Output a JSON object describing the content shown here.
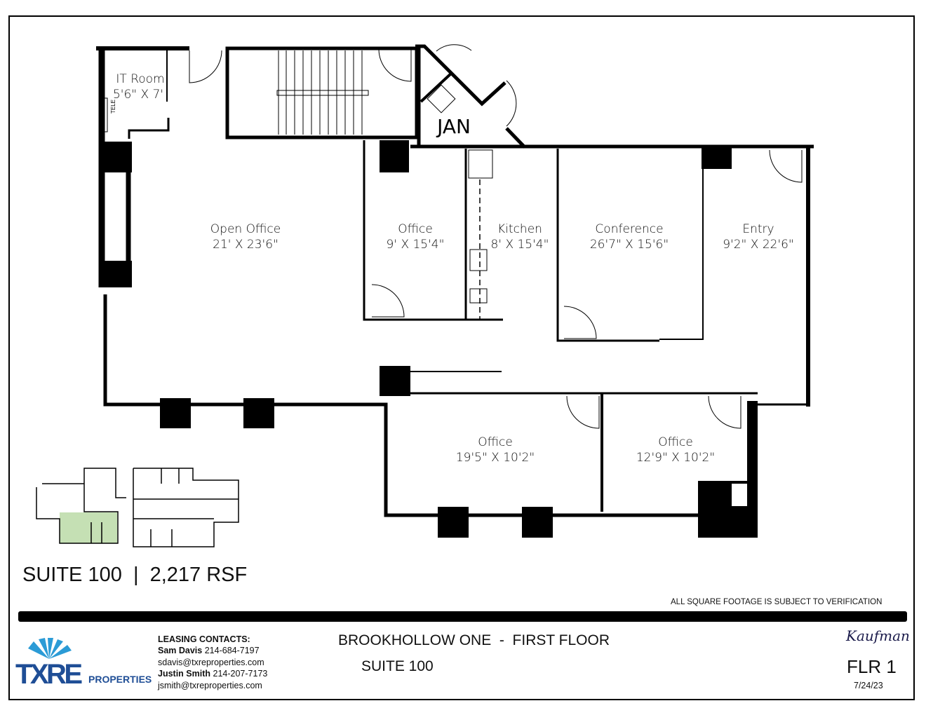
{
  "plan": {
    "rooms": [
      {
        "name": "IT Room",
        "dims": "5'6\" X 7'"
      },
      {
        "name": "Open Office",
        "dims": "21' X 23'6\""
      },
      {
        "name": "Office",
        "dims": "9' X 15'4\""
      },
      {
        "name": "Kitchen",
        "dims": "8' X 15'4\""
      },
      {
        "name": "Conference",
        "dims": "26'7\" X 15'6\""
      },
      {
        "name": "Entry",
        "dims": "9'2\" X 22'6\""
      },
      {
        "name": "Office",
        "dims": "19'5\" X 10'2\""
      },
      {
        "name": "Office",
        "dims": "12'9\" X 10'2\""
      }
    ],
    "tele_label": "TELE",
    "jan_label": "JAN",
    "highlight_color": "#c5e0b4"
  },
  "suite_rsf": "SUITE 100  |  2,217 RSF",
  "disclaimer": "ALL SQUARE FOOTAGE IS SUBJECT TO  VERIFICATION",
  "footer": {
    "logo": {
      "text": "TXRE",
      "sub": "PROPERTIES",
      "colors": [
        "#1f4e96",
        "#2b9bd6"
      ]
    },
    "leasing_title": "LEASING CONTACTS:",
    "contacts": [
      {
        "name": "Sam Davis",
        "phone": "214-684-7197",
        "email": "sdavis@txreproperties.com"
      },
      {
        "name": "Justin Smith",
        "phone": "214-207-7173",
        "email": "jsmith@txreproperties.com"
      }
    ],
    "building": "BROOKHOLLOW ONE  -  FIRST FLOOR",
    "suite": "SUITE 100",
    "signature": "Kaufman",
    "floor": "FLR 1",
    "date": "7/24/23"
  }
}
